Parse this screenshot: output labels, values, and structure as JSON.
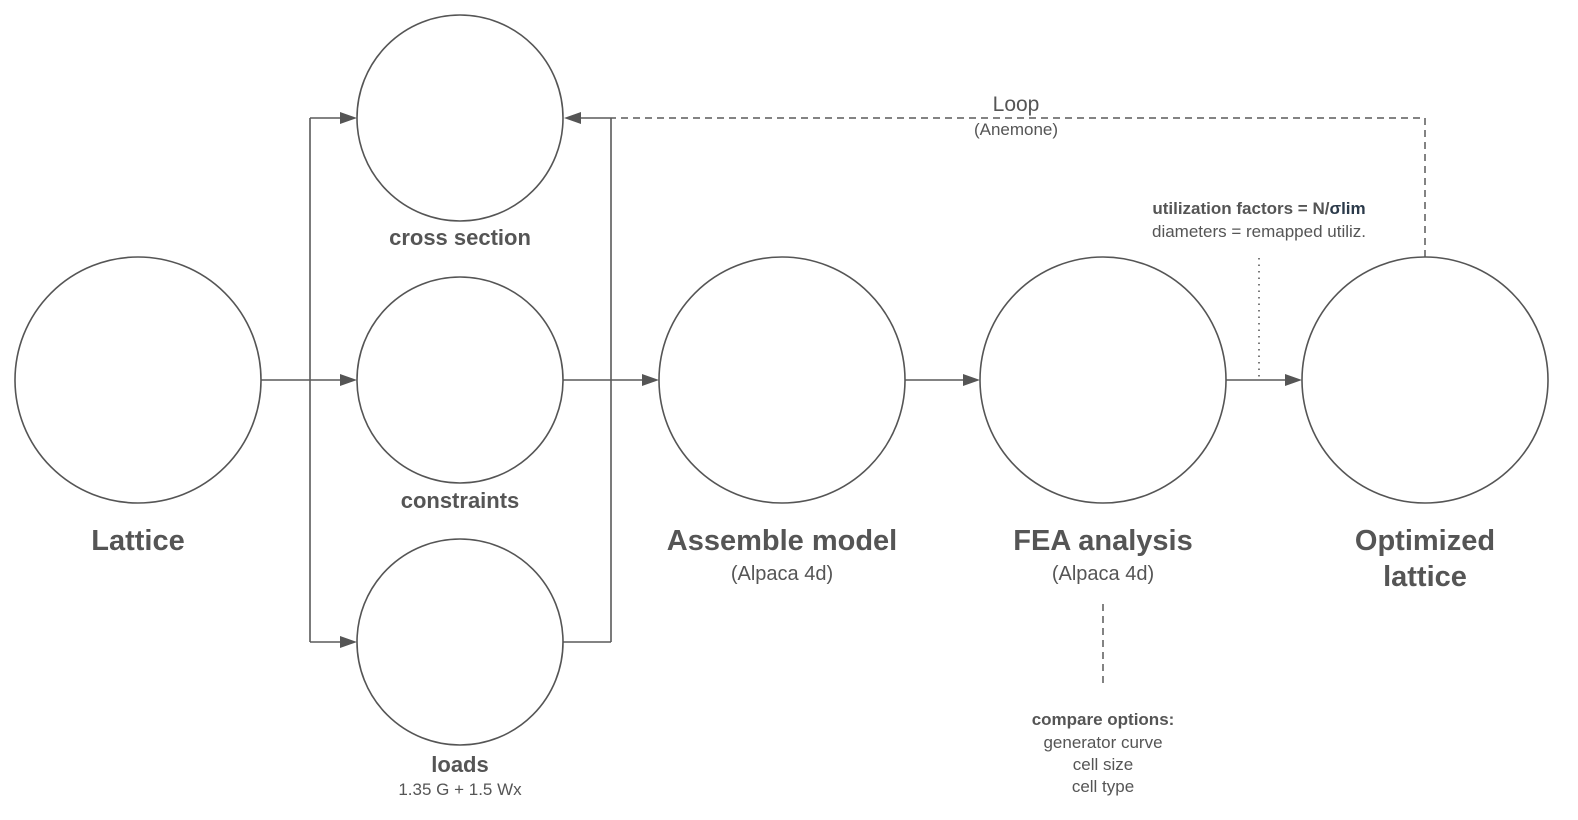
{
  "nodes": {
    "lattice": {
      "title": "Lattice",
      "style": "light-gray"
    },
    "cross_section": {
      "title": "cross section",
      "style": "dark"
    },
    "constraints": {
      "title": "constraints",
      "style": "gray-with-supports"
    },
    "loads": {
      "title": "loads",
      "subtitle": "1.35 G + 1.5 Wx",
      "style": "gray-with-load-points"
    },
    "assemble": {
      "title": "Assemble model",
      "subtitle": "(Alpaca 4d)",
      "style": "gray-with-supports"
    },
    "fea": {
      "title": "FEA analysis",
      "subtitle": "(Alpaca 4d)",
      "style": "utilization-colored"
    },
    "optimized": {
      "title_line1": "Optimized",
      "title_line2": "lattice",
      "style": "utilization-colored-light"
    }
  },
  "annotations": {
    "loop": {
      "title": "Loop",
      "subtitle": "(Anemone)"
    },
    "utilization": {
      "line1_prefix": "utilization factors = N/",
      "line1_sigma": "σlim",
      "line2": "diameters = remapped utiliz."
    },
    "compare": {
      "title": "compare options:",
      "items": [
        "generator curve",
        "cell size",
        "cell type"
      ]
    }
  },
  "colors": {
    "line": "#5a5a5a",
    "text": "#555555",
    "fea_palette": [
      "#5b9bd5",
      "#8fd3e8",
      "#9be05a",
      "#e3a15a",
      "#c0c0c0"
    ]
  }
}
